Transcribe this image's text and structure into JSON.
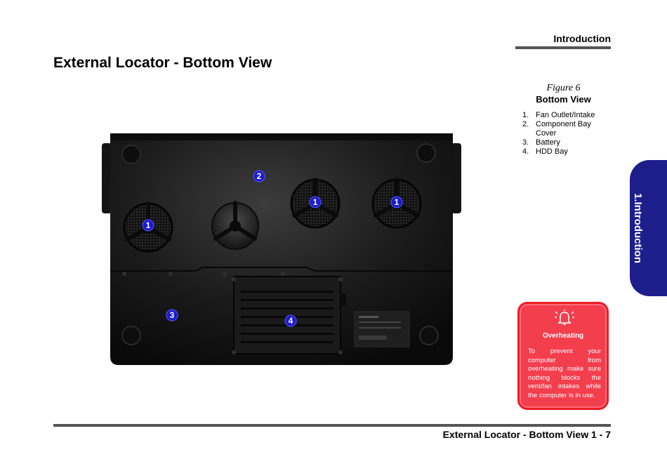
{
  "header": {
    "section": "Introduction"
  },
  "page": {
    "title": "External Locator - Bottom View"
  },
  "figure": {
    "label": "Figure 6",
    "title": "Bottom View"
  },
  "legend": [
    {
      "num": "1.",
      "text": "Fan Outlet/Intake"
    },
    {
      "num": "2.",
      "text": "Component Bay Cover"
    },
    {
      "num": "3.",
      "text": "Battery"
    },
    {
      "num": "4.",
      "text": "HDD Bay"
    }
  ],
  "markers": [
    "1",
    "2",
    "1",
    "1",
    "3",
    "4"
  ],
  "side_tab": {
    "label": "1.Introduction"
  },
  "callout": {
    "icon": "alarm-bell-icon",
    "title": "Overheating",
    "body": "To prevent your computer from overheating make sure nothing blocks the vent/fan intakes while the computer is in use."
  },
  "footer": {
    "text": "External Locator - Bottom View  1  -  7"
  },
  "colors": {
    "tab": "#1d1d8c",
    "callout": "#f33e4e",
    "marker": "#1a1ad0",
    "rule": "#555555"
  }
}
